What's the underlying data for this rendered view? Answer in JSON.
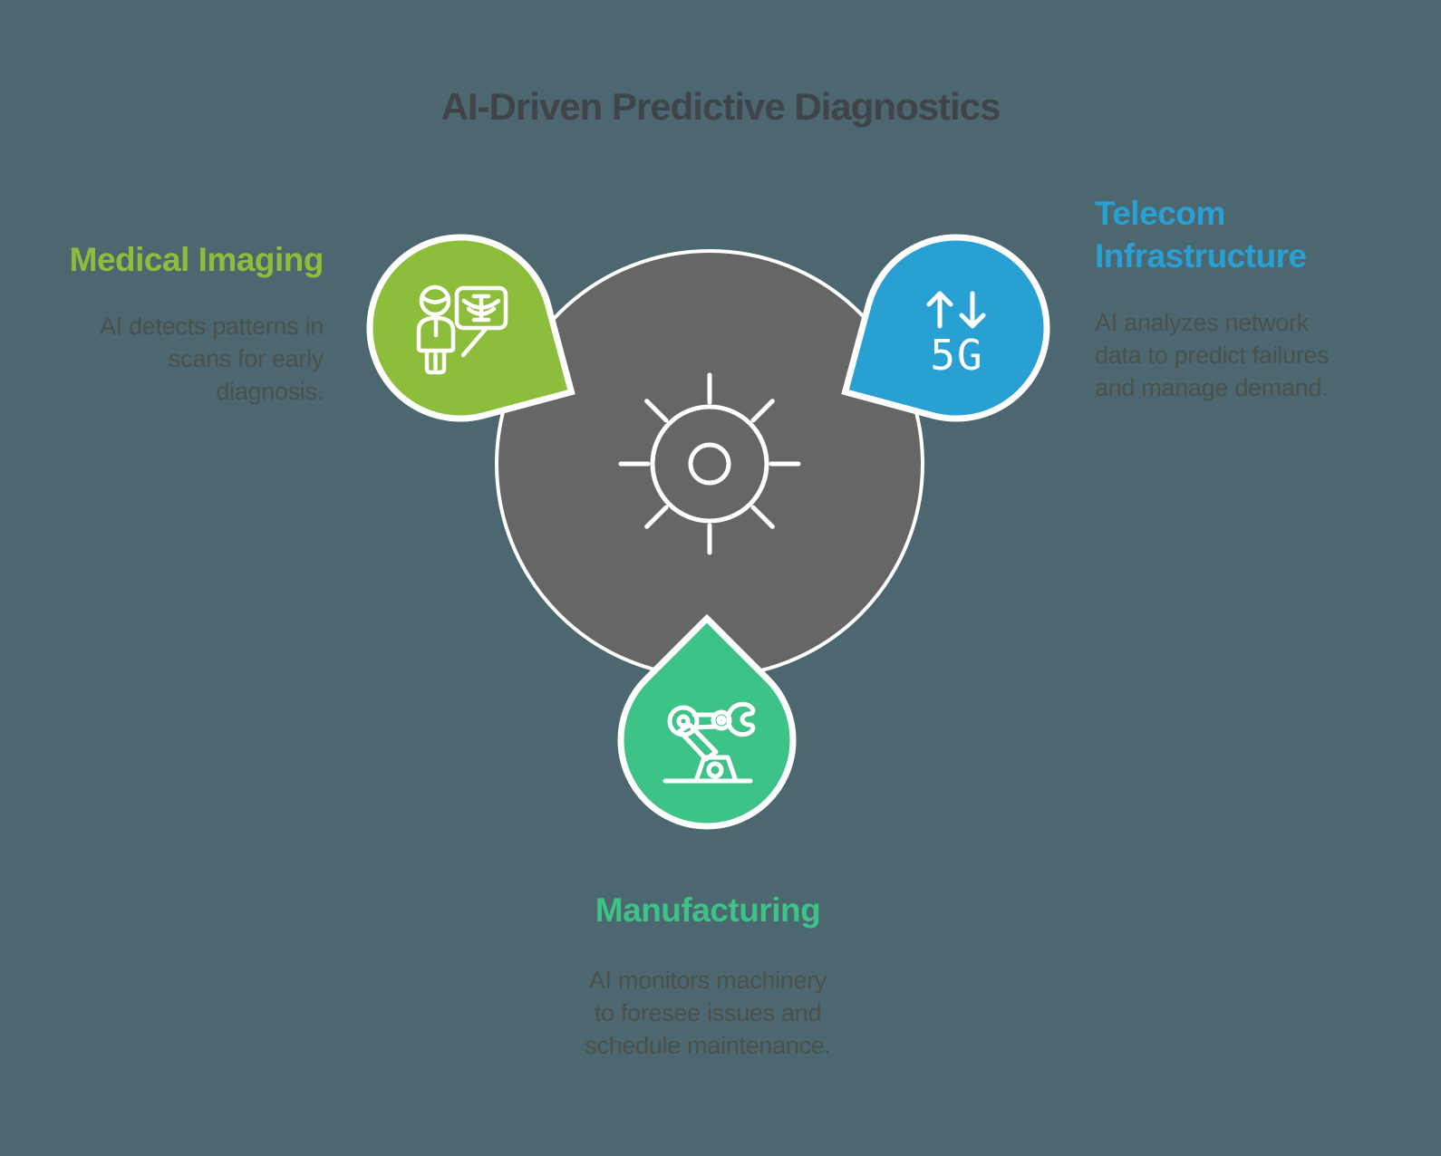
{
  "title": "AI-Driven Predictive Diagnostics",
  "colors": {
    "background": "#4C6770",
    "hub_gray": "#666666",
    "lime_green": "#8CBE3C",
    "sky_blue": "#29A0D3",
    "emerald_green": "#3DC287",
    "title_text": "#3F4448",
    "body_text": "#49514B",
    "outline_white": "#FFFFFF"
  },
  "hub": {
    "icon": "gear-icon"
  },
  "sections": [
    {
      "id": "medical-imaging",
      "heading": "Medical Imaging",
      "description_lines": [
        "AI detects patterns in",
        "scans for early",
        "diagnosis."
      ],
      "icon": "presenter-scan-icon",
      "color": "#8CBE3C"
    },
    {
      "id": "telecom-infrastructure",
      "heading": "Telecom Infrastructure",
      "description_lines": [
        "AI analyzes network",
        "data to predict failures",
        "and manage demand."
      ],
      "icon": "updown-5g-icon",
      "icon_label": "5G",
      "color": "#29A0D3"
    },
    {
      "id": "manufacturing",
      "heading": "Manufacturing",
      "description_lines": [
        "AI monitors machinery",
        "to foresee issues and",
        "schedule maintenance."
      ],
      "icon": "robot-arm-icon",
      "color": "#3DC287"
    }
  ]
}
